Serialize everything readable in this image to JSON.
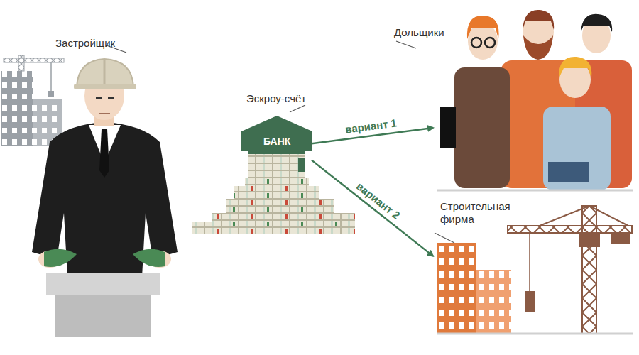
{
  "diagram": {
    "nodes": [
      {
        "text": [
          "Застройщик"
        ]
      },
      {
        "text": [
          "Эскроу-счёт",
          "БАНК"
        ]
      },
      {
        "text": [
          "Дольщики"
        ]
      },
      {
        "text": [
          "Строительная фирма"
        ]
      }
    ],
    "edges": [
      {
        "from": 1,
        "to": 2,
        "label": "вариант 1",
        "arrow": "to"
      },
      {
        "from": 1,
        "to": 3,
        "label": "вариант 2",
        "arrow": "to"
      }
    ]
  }
}
